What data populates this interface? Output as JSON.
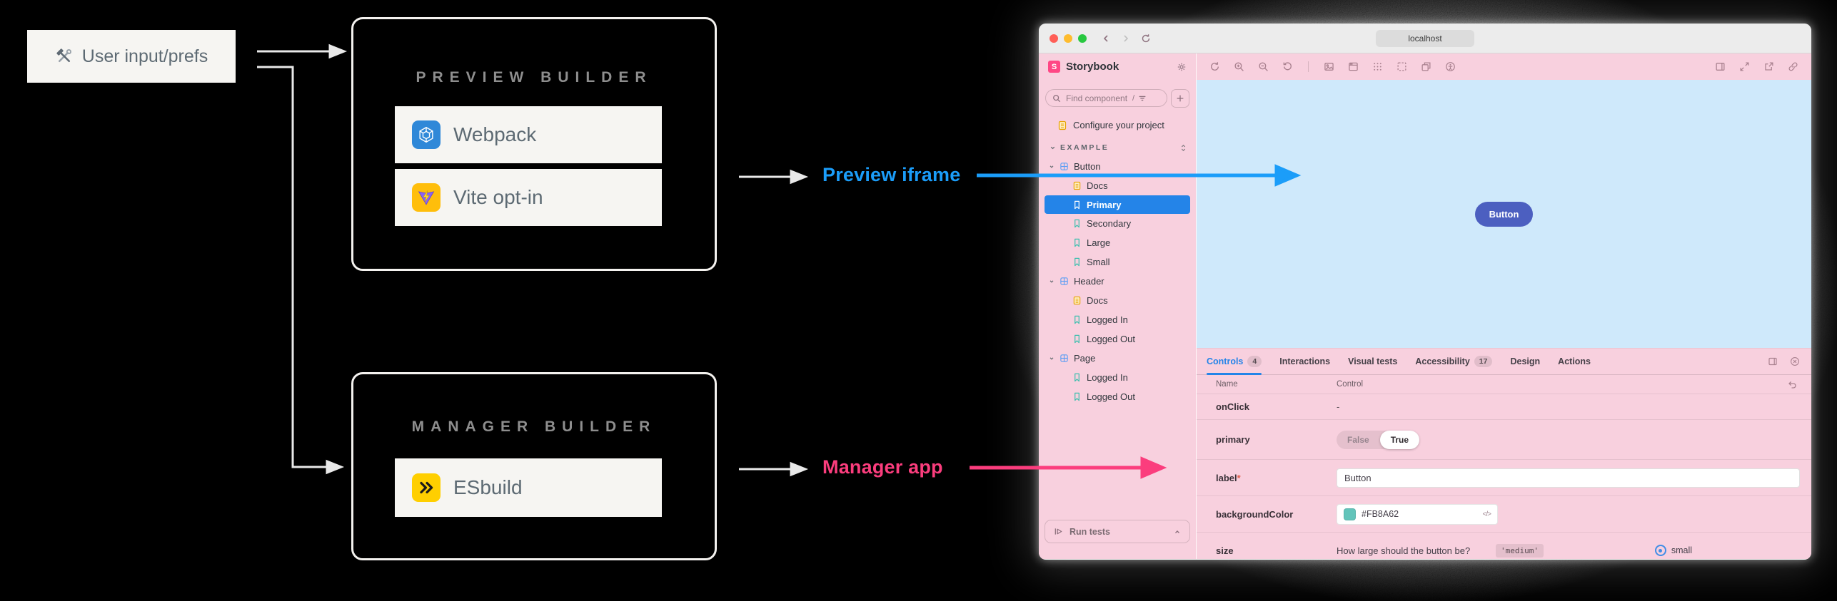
{
  "colors": {
    "manager_tint": "#f8d0de",
    "preview_tint": "#cfe9fb",
    "selected_blue": "#2484e8",
    "brand_pink": "#ff4785",
    "preview_arrow_blue": "#1b9df9",
    "manager_arrow_pink": "#fb3d7d",
    "diagram_arrow": "#e9e9e9",
    "preview_button": "#4c5fc0",
    "swatch_teal": "#62c4ba"
  },
  "icons": {
    "tools-icon": "crossed hammer and wrench",
    "webpack-icon": "white cube on blue square",
    "vite-icon": "purple V with yellow bolt on orange square",
    "esbuild-icon": "double black chevrons on yellow square",
    "storybook-logo": "white S on pink square",
    "gear-icon": "settings gear",
    "search-icon": "magnifier",
    "filter-icon": "funnel lines",
    "plus-icon": "plus",
    "doc-icon": "orange document",
    "component-icon": "blue quartered square",
    "story-icon": "teal bookmark",
    "remount-icon": "circular arrow",
    "zoom-in-icon": "magnifier plus",
    "zoom-out-icon": "magnifier minus",
    "zoom-reset-icon": "restore arrow",
    "backgrounds-icon": "photo",
    "viewport-icon": "browser frame",
    "grid-icon": "dot grid",
    "outline-icon": "dashed square",
    "measure-icon": "stacked layers",
    "accessibility-icon": "person in circle",
    "panel-toggle-icon": "split panel",
    "fullscreen-icon": "expand arrows",
    "open-external-icon": "box with arrow",
    "copy-link-icon": "chain link",
    "panel-position-icon": "split panel",
    "close-panel-icon": "circled x",
    "reset-controls-icon": "undo arrow",
    "run-tests-icon": "play with bar",
    "chevron-up-icon": "chevron up",
    "chevron-down-icon": "chevron down",
    "expand-all-icon": "double chevron"
  },
  "diagram": {
    "user_input_label": "User input/prefs",
    "preview_builder": {
      "title": "PREVIEW BUILDER",
      "items": [
        {
          "label": "Webpack"
        },
        {
          "label": "Vite opt-in"
        }
      ]
    },
    "manager_builder": {
      "title": "MANAGER BUILDER",
      "items": [
        {
          "label": "ESbuild"
        }
      ]
    },
    "preview_iframe_label": "Preview iframe",
    "manager_app_label": "Manager app"
  },
  "browser": {
    "address": "localhost"
  },
  "sidebar": {
    "brand": "Storybook",
    "brand_initial": "S",
    "search": {
      "placeholder": "Find components",
      "shortcut": "/"
    },
    "config_link": "Configure your project",
    "section_label": "EXAMPLE",
    "tree": [
      {
        "label": "Button",
        "type": "component"
      },
      {
        "label": "Docs",
        "type": "doc"
      },
      {
        "label": "Primary",
        "type": "story",
        "selected": true
      },
      {
        "label": "Secondary",
        "type": "story"
      },
      {
        "label": "Large",
        "type": "story"
      },
      {
        "label": "Small",
        "type": "story"
      },
      {
        "label": "Header",
        "type": "component"
      },
      {
        "label": "Docs",
        "type": "doc"
      },
      {
        "label": "Logged In",
        "type": "story"
      },
      {
        "label": "Logged Out",
        "type": "story"
      },
      {
        "label": "Page",
        "type": "component"
      },
      {
        "label": "Logged In",
        "type": "story"
      },
      {
        "label": "Logged Out",
        "type": "story"
      }
    ],
    "run_tests_label": "Run tests"
  },
  "canvas": {
    "button_label": "Button"
  },
  "panel": {
    "tabs": [
      {
        "label": "Controls",
        "badge": "4",
        "active": true
      },
      {
        "label": "Interactions"
      },
      {
        "label": "Visual tests"
      },
      {
        "label": "Accessibility",
        "badge": "17"
      },
      {
        "label": "Design"
      },
      {
        "label": "Actions"
      }
    ],
    "columns": {
      "name": "Name",
      "control": "Control"
    },
    "rows": {
      "onClick": {
        "name": "onClick",
        "value": "-"
      },
      "primary": {
        "name": "primary",
        "false_label": "False",
        "true_label": "True",
        "value": "True"
      },
      "label": {
        "name": "label",
        "required_mark": "*",
        "value": "Button"
      },
      "backgroundColor": {
        "name": "backgroundColor",
        "value": "#FB8A62",
        "code_icon": "</>"
      },
      "size": {
        "name": "size",
        "description": "How large should the button be?",
        "current_value": "'medium'",
        "option": "small",
        "selected_option": "small"
      }
    }
  }
}
